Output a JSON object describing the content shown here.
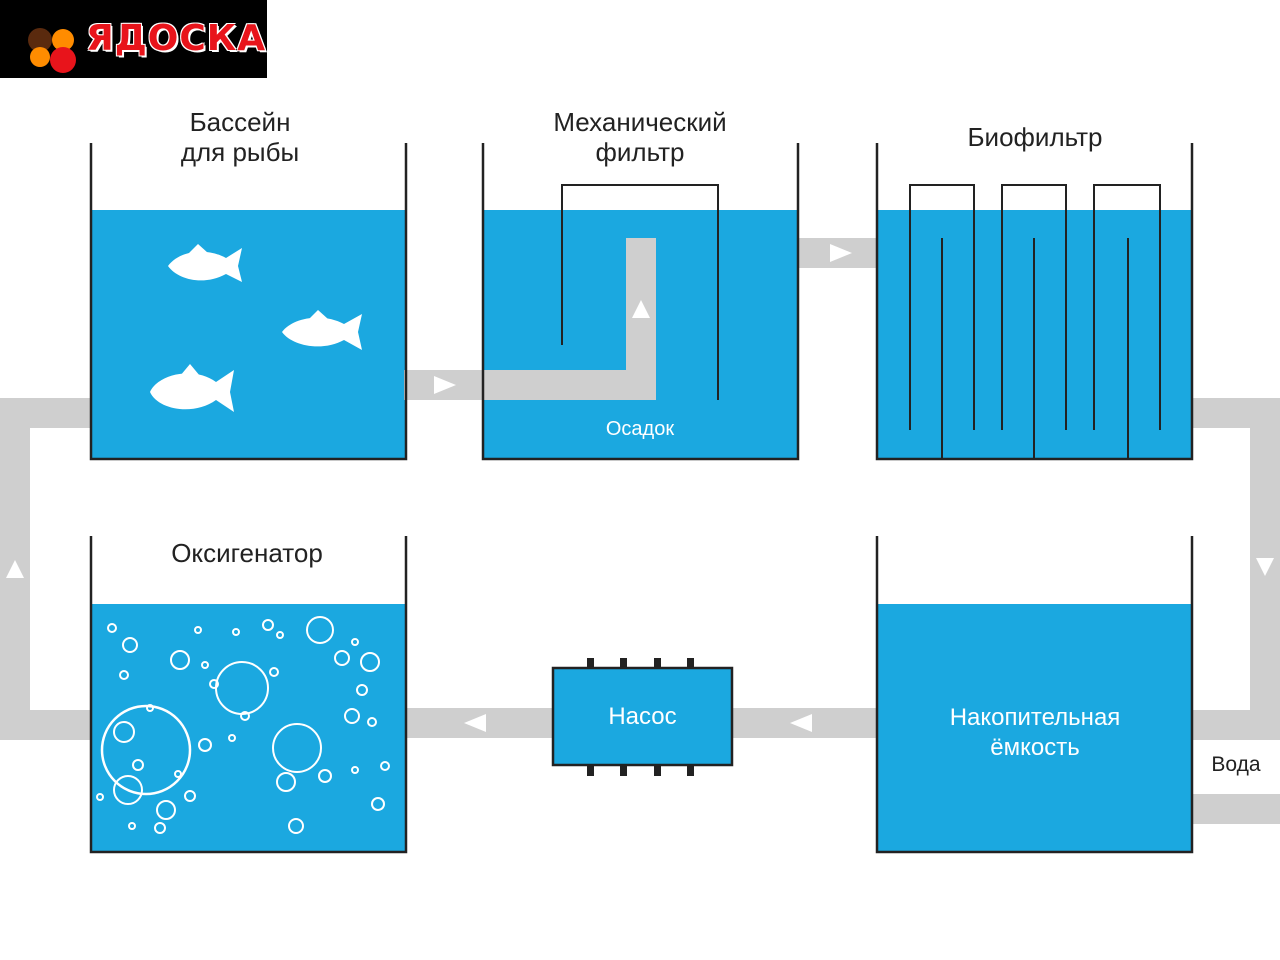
{
  "brand": {
    "logo_text": "ЯДОСКА"
  },
  "labels": {
    "fish_tank": "Бассейн\nдля рыбы",
    "mech_filter": "Механический\nфильтр",
    "biofilter": "Биофильтр",
    "oxygenator": "Оксигенатор",
    "sediment": "Осадок",
    "pump": "Насос",
    "storage": "Накопительная\nёмкость",
    "water": "Вода"
  },
  "colors": {
    "water": "#1ba8e0",
    "pipe": "#cfcfcf",
    "wall": "#222222",
    "logo_red": "#e8141b"
  }
}
